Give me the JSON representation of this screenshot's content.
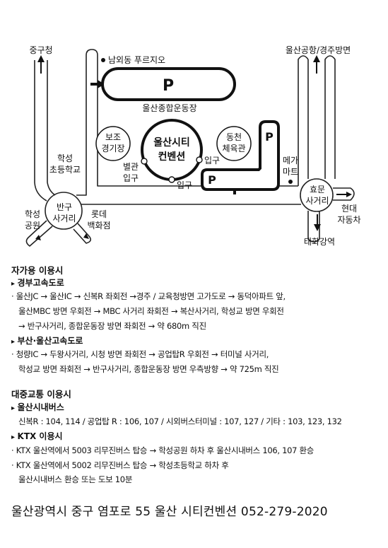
{
  "map": {
    "labels": {
      "junggu_office": "중구청",
      "airport": "울산공항/경주방면",
      "naedong": "남외동 푸르지오",
      "parking": "P",
      "stadium": "울산종합운동장",
      "aux_gym_1": "보조",
      "aux_gym_2": "경기장",
      "center_1": "울산시티",
      "center_2": "컨벤션",
      "dongcheon_1": "동천",
      "dongcheon_2": "체육관",
      "annex_1": "별관",
      "annex_2": "입구",
      "entrance_right": "입구",
      "entrance_bottom": "입구",
      "mega_1": "메가",
      "mega_2": "마트",
      "school_1": "학성",
      "school_2": "초등학교",
      "bangu_1": "반구",
      "bangu_2": "사거리",
      "hakseong_park_1": "학성",
      "hakseong_park_2": "공원",
      "lotte_1": "롯데",
      "lotte_2": "백화점",
      "hyomun_1": "효문",
      "hyomun_2": "사거리",
      "hyundai_1": "현대",
      "hyundai_2": "자동차",
      "taehwa": "태화강역"
    }
  },
  "car": {
    "title": "자가용 이용시",
    "gyeongbu_title": "경부고속도로",
    "gyeongbu_line1": "· 울산JC → 울산IC → 신복R 좌회전 →경주 / 교육청방면 고가도로 → 동덕아파트 앞,",
    "gyeongbu_line2": "울산MBC 방면 우회전 → MBC 사거리 좌회전 → 복산사거리, 학성교 방면 우회전",
    "gyeongbu_line3": "→ 반구사거리, 종합운동장 방면 좌회전 → 약 680m 직진",
    "busan_title": "부산·울산고속도로",
    "busan_line1": "· 청량IC → 두왕사거리, 시청 방면 좌회전 → 공업탑R 우회전 → 터미널 사거리,",
    "busan_line2": "학성교 방면 좌회전 → 반구사거리, 종합운동장 방면 우측방향 → 약 725m 직진"
  },
  "transit": {
    "title": "대중교통 이용시",
    "bus_title": "울산시내버스",
    "bus_line1": "신복R : 104, 114 / 공업탑 R : 106, 107 / 시외버스터미널 : 107, 127 / 기타 : 103, 123, 132",
    "ktx_title": "KTX 이용시",
    "ktx_line1": "· KTX 울산역에서 5003 리무진버스 탑승 → 학성공원 하차 후 울산시내버스 106, 107 환승",
    "ktx_line2": "· KTX 울산역에서 5002 리무진버스 탑승 → 학성초등학교 하차 후",
    "ktx_line3": "울산시내버스 환승 또는 도보 10분"
  },
  "address": "울산광역시 중구 염포로 55 울산 시티컨벤션 052-279-2020"
}
